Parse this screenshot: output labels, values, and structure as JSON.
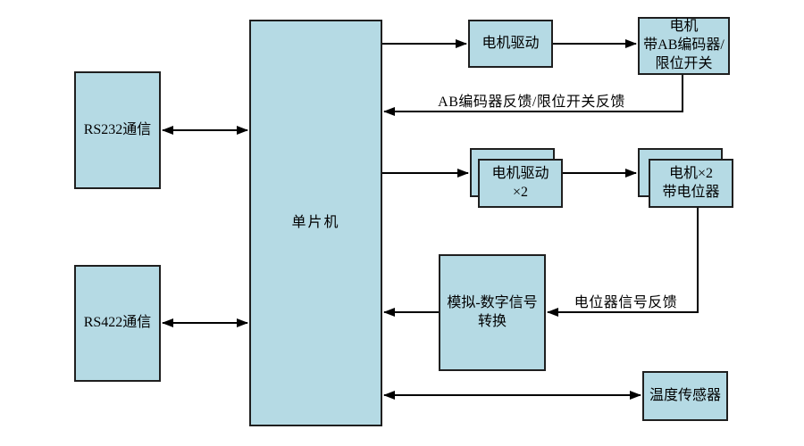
{
  "diagram": {
    "background": "#ffffff",
    "box_fill": "#b5dae4",
    "box_border": "#1f1f1f",
    "line_color": "#000000",
    "nodes": {
      "rs232": {
        "label": "RS232通信"
      },
      "rs422": {
        "label": "RS422通信"
      },
      "mcu": {
        "label": "单片机"
      },
      "motor_drive": {
        "label": "电机驱动"
      },
      "motor_encoder": {
        "label": "电机\n带AB编码器/\n限位开关"
      },
      "motor_drive_x2": {
        "label": "电机驱动\n×2"
      },
      "motor_x2_pot": {
        "label": "电机×2\n带电位器"
      },
      "adc": {
        "label": "模拟-数字信号\n转换"
      },
      "temp_sensor": {
        "label": "温度传感器"
      }
    },
    "edge_labels": {
      "encoder_feedback": "AB编码器反馈/限位开关反馈",
      "pot_feedback": "电位器信号反馈"
    },
    "connections": [
      {
        "from": "RS232通信",
        "to": "单片机",
        "type": "bidirectional",
        "label": ""
      },
      {
        "from": "RS422通信",
        "to": "单片机",
        "type": "bidirectional",
        "label": ""
      },
      {
        "from": "单片机",
        "to": "电机驱动",
        "type": "one-way",
        "label": ""
      },
      {
        "from": "电机驱动",
        "to": "电机带AB编码器/限位开关",
        "type": "one-way",
        "label": ""
      },
      {
        "from": "电机带AB编码器/限位开关",
        "to": "单片机",
        "type": "one-way",
        "label": "AB编码器反馈/限位开关反馈"
      },
      {
        "from": "单片机",
        "to": "电机驱动×2",
        "type": "one-way",
        "label": ""
      },
      {
        "from": "电机驱动×2",
        "to": "电机×2带电位器",
        "type": "one-way",
        "label": ""
      },
      {
        "from": "电机×2带电位器",
        "to": "模拟-数字信号转换",
        "type": "one-way",
        "label": "电位器信号反馈"
      },
      {
        "from": "模拟-数字信号转换",
        "to": "单片机",
        "type": "one-way",
        "label": ""
      },
      {
        "from": "单片机",
        "to": "温度传感器",
        "type": "bidirectional",
        "label": ""
      }
    ]
  }
}
